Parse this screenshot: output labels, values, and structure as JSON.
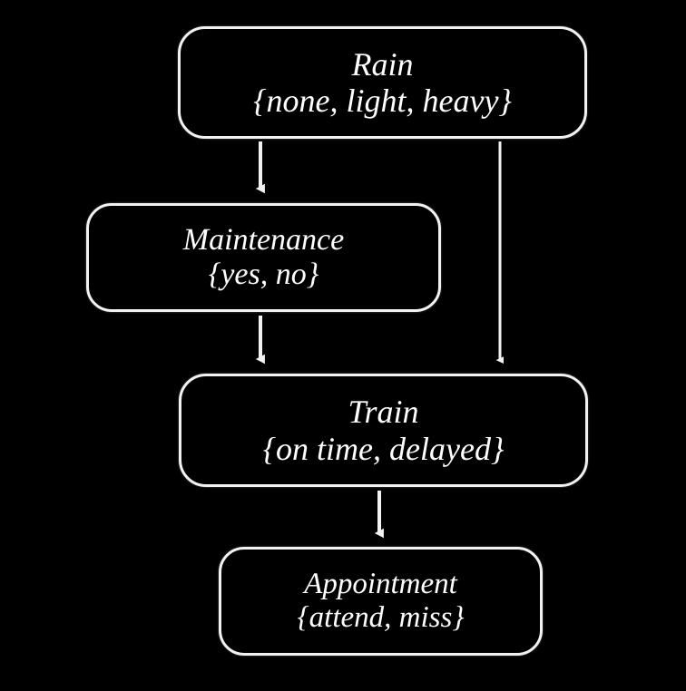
{
  "diagram": {
    "type": "bayesian-network",
    "background_color": "#000000",
    "stroke_color": "#f2f2f2",
    "text_color": "#ffffff",
    "nodes": [
      {
        "id": "rain",
        "title": "Rain",
        "states": "{none, light, heavy}",
        "state_values": [
          "none",
          "light",
          "heavy"
        ]
      },
      {
        "id": "maintenance",
        "title": "Maintenance",
        "states": "{yes, no}",
        "state_values": [
          "yes",
          "no"
        ]
      },
      {
        "id": "train",
        "title": "Train",
        "states": "{on time, delayed}",
        "state_values": [
          "on time",
          "delayed"
        ]
      },
      {
        "id": "appointment",
        "title": "Appointment",
        "states": "{attend, miss}",
        "state_values": [
          "attend",
          "miss"
        ]
      }
    ],
    "edges": [
      {
        "id": "rain-to-maintenance",
        "from": "Rain",
        "to": "Maintenance"
      },
      {
        "id": "rain-to-train",
        "from": "Rain",
        "to": "Train"
      },
      {
        "id": "maintenance-to-train",
        "from": "Maintenance",
        "to": "Train"
      },
      {
        "id": "train-to-appointment",
        "from": "Train",
        "to": "Appointment"
      }
    ]
  }
}
